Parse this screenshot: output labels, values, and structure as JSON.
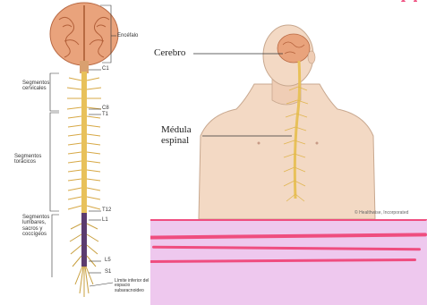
{
  "left_diagram": {
    "encefalo": "Encéfalo",
    "c1": "C1",
    "segmentos_cervicales": "Segmentos cervicales",
    "c8": "C8",
    "t1": "T1",
    "segmentos_toracicos": "Segmentos torácicos",
    "t12": "T12",
    "l1": "L1",
    "segmentos_lumbares": "Segmentos lumbares, sacros y coccígeos",
    "l5": "L5",
    "s1": "S1",
    "limite_inferior": "Límite inferior del espacio subaracnoideo"
  },
  "right_diagram": {
    "cerebro": "Cerebro",
    "medula": "Médula espinal",
    "credit": "© Healthwise, Incorporated"
  },
  "colors": {
    "brain": "#e9a37c",
    "cord": "#e8c15a",
    "skin": "#f3d9c4",
    "pink_accent": "#ef4d7f",
    "lavender": "#eec8ee"
  }
}
